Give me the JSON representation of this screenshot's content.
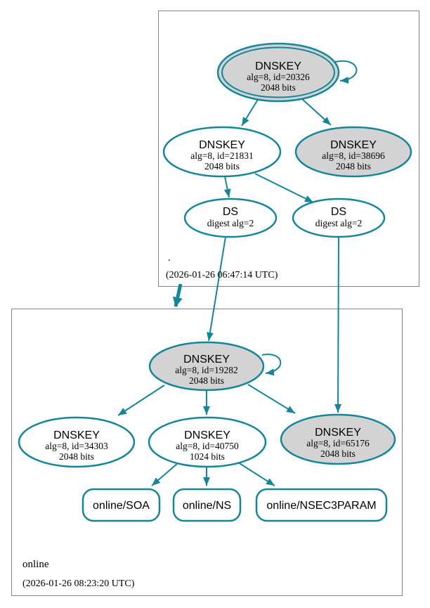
{
  "diagram": {
    "kind": "dnssec-authentication-chain",
    "colors": {
      "edge_teal": "#14869a",
      "sep_key_fill": "#d3d3d3",
      "node_fill": "#ffffff",
      "cluster_border": "#848484",
      "background": "#ffffff"
    }
  },
  "clusters": {
    "root": {
      "name": ".",
      "timestamp": "(2026-01-26 06:47:14 UTC)"
    },
    "online": {
      "name": "online",
      "timestamp": "(2026-01-26 08:23:20 UTC)"
    }
  },
  "nodes": {
    "root_ksk": {
      "title": "DNSKEY",
      "line1": "alg=8, id=20326",
      "line2": "2048 bits"
    },
    "root_zsk": {
      "title": "DNSKEY",
      "line1": "alg=8, id=21831",
      "line2": "2048 bits"
    },
    "root_key_38696": {
      "title": "DNSKEY",
      "line1": "alg=8, id=38696",
      "line2": "2048 bits"
    },
    "ds_left": {
      "title": "DS",
      "line1": "digest alg=2"
    },
    "ds_right": {
      "title": "DS",
      "line1": "digest alg=2"
    },
    "online_ksk": {
      "title": "DNSKEY",
      "line1": "alg=8, id=19282",
      "line2": "2048 bits"
    },
    "online_key_34303": {
      "title": "DNSKEY",
      "line1": "alg=8, id=34303",
      "line2": "2048 bits"
    },
    "online_zsk": {
      "title": "DNSKEY",
      "line1": "alg=8, id=40750",
      "line2": "1024 bits"
    },
    "online_key_65176": {
      "title": "DNSKEY",
      "line1": "alg=8, id=65176",
      "line2": "2048 bits"
    },
    "rrset_soa": {
      "label": "online/SOA"
    },
    "rrset_ns": {
      "label": "online/NS"
    },
    "rrset_nsec3param": {
      "label": "online/NSEC3PARAM"
    }
  }
}
